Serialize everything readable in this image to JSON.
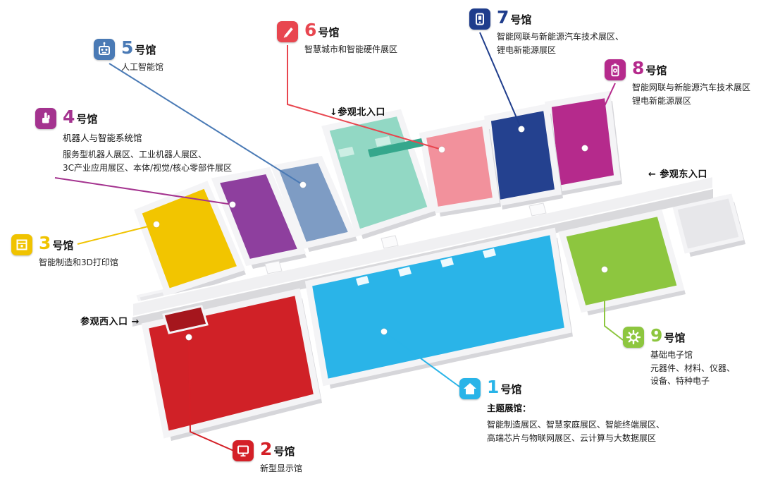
{
  "entrances": {
    "north": "↓参观北入口",
    "east": "← 参观东入口",
    "west": "参观西入口 →"
  },
  "halls": [
    {
      "num": "1",
      "suffix": "号馆",
      "color": "#29b4e8",
      "floor_color": "#2ab4e8",
      "icon": "home-icon",
      "subtitle": "主题展馆：",
      "desc": [
        "智能制造展区、智慧家庭展区、智能终端展区、",
        "高端芯片与物联网展区、云计算与大数据展区"
      ]
    },
    {
      "num": "2",
      "suffix": "号馆",
      "color": "#d42027",
      "floor_color": "#d02127",
      "icon": "display-icon",
      "desc": [
        "新型显示馆"
      ]
    },
    {
      "num": "3",
      "suffix": "号馆",
      "color": "#f0c300",
      "floor_color": "#f2c500",
      "icon": "printer-3d-icon",
      "desc": [
        "智能制造和3D打印馆"
      ]
    },
    {
      "num": "4",
      "suffix": "号馆",
      "color": "#a4338f",
      "floor_color": "#8e3f9e",
      "icon": "hand-icon",
      "subtitle": "机器人与智能系统馆",
      "desc": [
        "服务型机器人展区、工业机器人展区、",
        "3C产业应用展区、本体/视觉/核心零部件展区"
      ]
    },
    {
      "num": "5",
      "suffix": "号馆",
      "color": "#4a7ab5",
      "floor_color": "#7e9cc4",
      "icon": "robot-icon",
      "desc": [
        "人工智能馆"
      ]
    },
    {
      "num": "6",
      "suffix": "号馆",
      "color": "#e8464f",
      "floor_color": "#f2919c",
      "icon": "pen-icon",
      "desc": [
        "智慧城市和智能硬件展区"
      ]
    },
    {
      "num": "7",
      "suffix": "号馆",
      "color": "#1f3d8c",
      "floor_color": "#24418f",
      "icon": "device-icon",
      "desc": [
        "智能网联与新能源汽车技术展区、",
        "锂电新能源展区"
      ]
    },
    {
      "num": "8",
      "suffix": "号馆",
      "color": "#b52a8c",
      "floor_color": "#b52a8c",
      "icon": "battery-icon",
      "desc": [
        "智能网联与新能源汽车技术展区",
        "锂电新能源展区"
      ]
    },
    {
      "num": "9",
      "suffix": "号馆",
      "color": "#8dc63f",
      "floor_color": "#8dc63f",
      "icon": "gear-icon",
      "desc": [
        "基础电子馆",
        "元器件、材料、仪器、",
        "设备、特种电子"
      ]
    }
  ],
  "map_colors": {
    "corridor": "#f0f0f2",
    "corridor_front": "#d9d9dc",
    "shadow": "#d6d6da",
    "north_hall": "#92d8c4",
    "north_hall_dark": "#35a78c",
    "north_hall_light": "#cdeee4",
    "hall2_annex": "#a5161d",
    "gray_block": "#e7e7ea",
    "background": "#ffffff"
  }
}
